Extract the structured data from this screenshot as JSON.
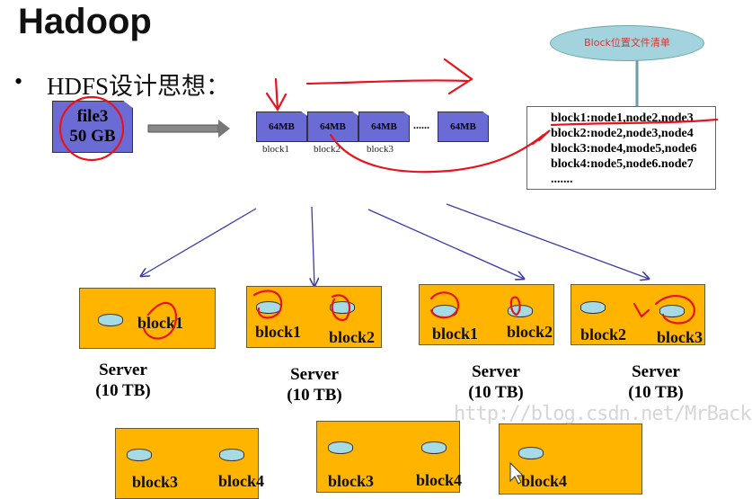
{
  "slide": {
    "title": "Hadoop",
    "bullet": "HDFS设计思想："
  },
  "file": {
    "name": "file3",
    "size": "50 GB"
  },
  "blocks": [
    {
      "size": "64MB",
      "label": "block1"
    },
    {
      "size": "64MB",
      "label": "block2"
    },
    {
      "size": "64MB",
      "label": "block3"
    },
    {
      "size": "64MB",
      "label": ""
    }
  ],
  "ellipsis": "......",
  "callout": "Block位置文件清单",
  "block_list": [
    "block1:node1,node2,node3",
    "block2:node2,node3,node4",
    "block3:node4,mode5,node6",
    "block4:node5,node6.node7",
    "......."
  ],
  "servers": [
    {
      "blocks": [
        "block1"
      ],
      "name": "Server",
      "capacity": "(10 TB)"
    },
    {
      "blocks": [
        "block1",
        "block2"
      ],
      "name": "Server",
      "capacity": "(10 TB)"
    },
    {
      "blocks": [
        "block1",
        "block2"
      ],
      "name": "Server",
      "capacity": "(10 TB)"
    },
    {
      "blocks": [
        "block2",
        "block3"
      ],
      "name": "Server",
      "capacity": "(10 TB)"
    }
  ],
  "bottom_servers": [
    {
      "blocks": [
        "block3",
        "block4"
      ]
    },
    {
      "blocks": [
        "block3",
        "block4"
      ]
    },
    {
      "blocks": [
        "block4"
      ]
    }
  ],
  "watermark": "http://blog.csdn.net/MrBack",
  "colors": {
    "file": "#6b6bd6",
    "server": "#ffb400",
    "cylinder": "#a6dbe6",
    "annotation": "#e8141c",
    "arrow": "#3a3aa8"
  }
}
